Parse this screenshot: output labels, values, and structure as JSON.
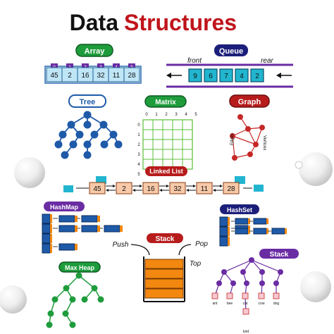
{
  "title": {
    "part1": "Data",
    "part2": "Structures"
  },
  "colors": {
    "title_dark": "#111111",
    "title_red": "#c0141b",
    "green": "#1e9c3c",
    "blue_box": "#3a8fd0",
    "navy": "#1c1f7a",
    "purple": "#6a2ca3",
    "teal": "#22b5cf",
    "red": "#c62828",
    "orange": "#f2880f",
    "grid_green": "#5bbf3a"
  },
  "array": {
    "label": "Array",
    "indices": [
      "0",
      "1",
      "2",
      "3",
      "4",
      "5"
    ],
    "values": [
      "45",
      "2",
      "16",
      "32",
      "11",
      "28"
    ]
  },
  "queue": {
    "label": "Queue",
    "front": "front",
    "rear": "rear",
    "values": [
      "9",
      "6",
      "7",
      "4",
      "2"
    ]
  },
  "tree": {
    "label": "Tree"
  },
  "matrix": {
    "label": "Matrix",
    "cols": [
      "0",
      "1",
      "2",
      "3",
      "4",
      "5"
    ],
    "rows": [
      "0",
      "1",
      "2",
      "3",
      "4",
      "5"
    ]
  },
  "graph": {
    "label": "Graph",
    "edges_label": "Edges",
    "vertices_label": "Vertices"
  },
  "linked_list": {
    "label": "Linked List",
    "values": [
      "45",
      "2",
      "16",
      "32",
      "11",
      "28"
    ]
  },
  "hashmap": {
    "label": "HashMap"
  },
  "hashset": {
    "label": "HashSet"
  },
  "stack": {
    "label": "Stack",
    "push": "Push",
    "pop": "Pop",
    "top": "Top"
  },
  "max_heap": {
    "label": "Max Heap"
  },
  "stack_tree": {
    "label": "Stack",
    "leaves": [
      "ant",
      "bee",
      "cat",
      "cow",
      "dog"
    ],
    "bottom": "bird"
  }
}
